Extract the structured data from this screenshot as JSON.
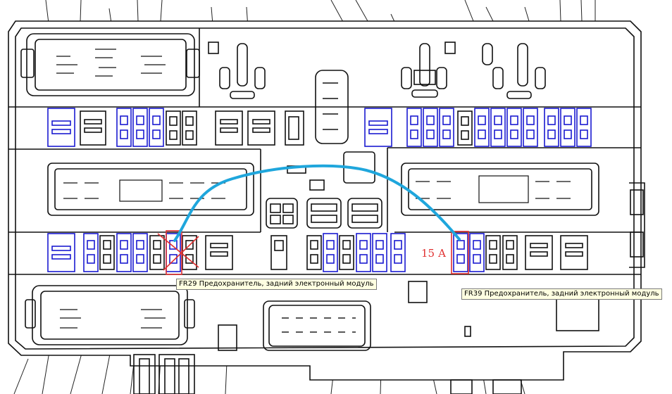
{
  "annotations": {
    "fr29_tooltip": "FR29 Предохранитель, задний электронный модуль",
    "fr39_tooltip": "FR39 Предохранитель, задний электронный модуль",
    "amp_label": "15 А"
  },
  "colors": {
    "outline": "#111111",
    "fuse_blue": "#1a1ad0",
    "highlight_red": "#e03030",
    "wire_cyan": "#1fa6dc",
    "tooltip_bg": "#ffffe1"
  }
}
